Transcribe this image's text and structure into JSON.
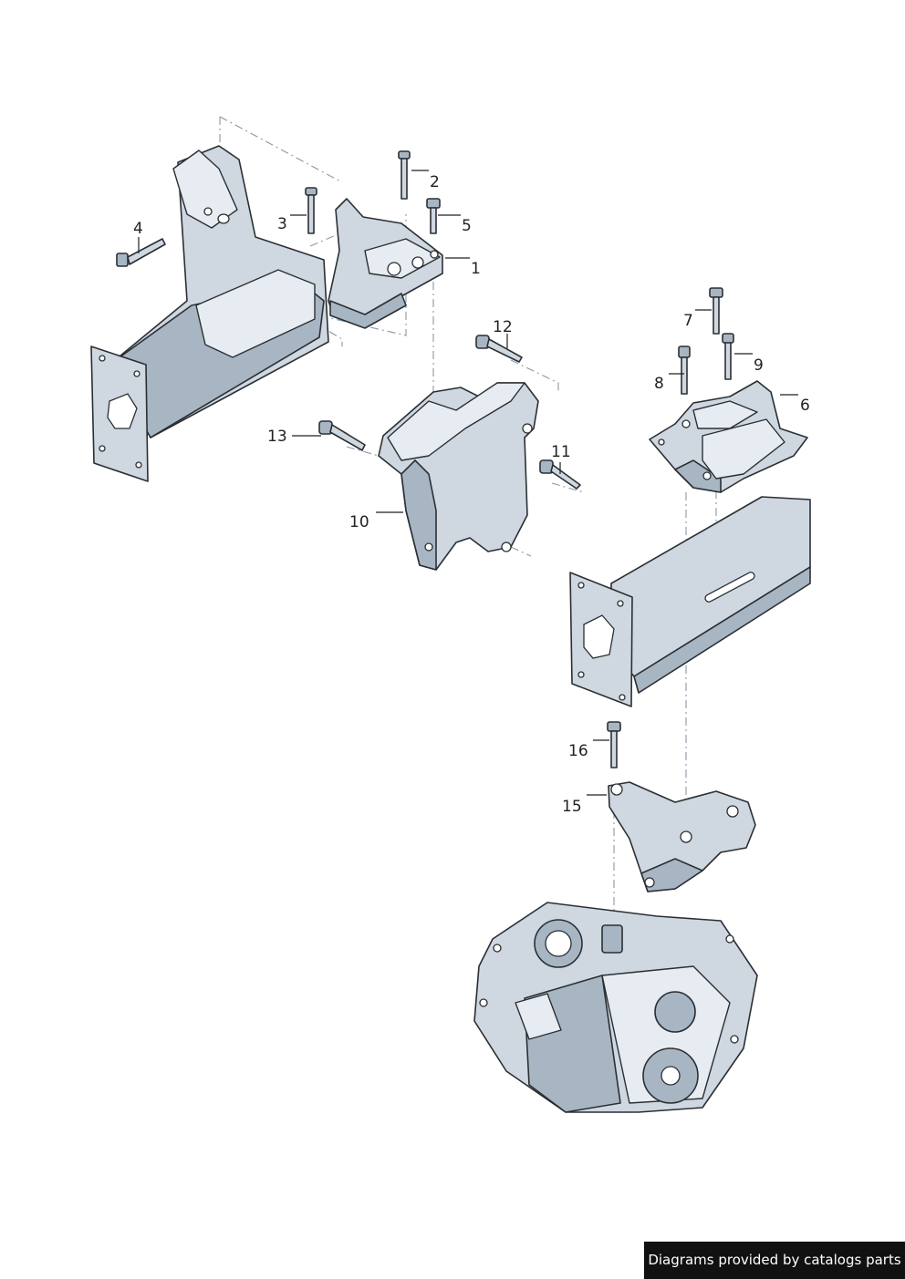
{
  "callouts": [
    {
      "id": "c1",
      "label": "1"
    },
    {
      "id": "c2",
      "label": "2"
    },
    {
      "id": "c3",
      "label": "3"
    },
    {
      "id": "c4",
      "label": "4"
    },
    {
      "id": "c5",
      "label": "5"
    },
    {
      "id": "c6",
      "label": "6"
    },
    {
      "id": "c7",
      "label": "7"
    },
    {
      "id": "c8",
      "label": "8"
    },
    {
      "id": "c9",
      "label": "9"
    },
    {
      "id": "c10",
      "label": "10"
    },
    {
      "id": "c11",
      "label": "11"
    },
    {
      "id": "c12",
      "label": "12"
    },
    {
      "id": "c13",
      "label": "13"
    },
    {
      "id": "c15",
      "label": "15"
    },
    {
      "id": "c16",
      "label": "16"
    }
  ],
  "credit": "Diagrams provided by catalogs parts",
  "colors": {
    "part_fill": "#cfd8e1",
    "part_shadow": "#a8b6c4",
    "outline": "#2b2f33",
    "dashline": "#8a98a8"
  }
}
